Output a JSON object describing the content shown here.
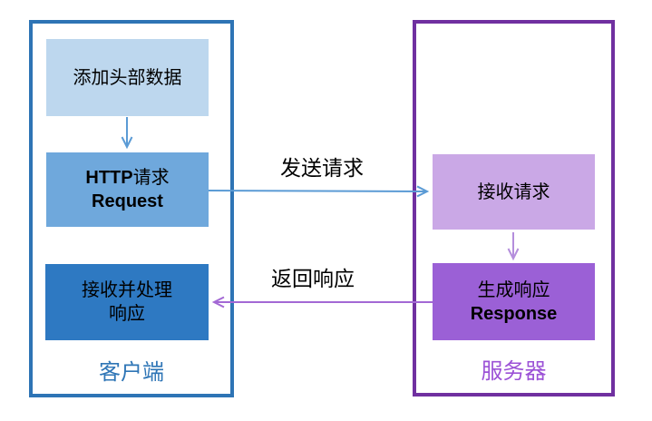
{
  "colors": {
    "client_border": "#2E74B5",
    "client_label": "#2E75B6",
    "box_light_blue": "#BDD7EE",
    "box_mid_blue": "#6FA8DC",
    "box_dark_blue": "#2E79C2",
    "server_border": "#7030A0",
    "server_label": "#9B51D6",
    "box_light_purple": "#CAA8E6",
    "box_dark_purple": "#9B60D6",
    "arrow_blue": "#5B9BD5",
    "arrow_light_purple": "#B48EDC",
    "arrow_purple": "#A368D4"
  },
  "client": {
    "label": "客户端",
    "add_header_box": "添加头部数据",
    "http_request_box": {
      "line1_latin": "HTTP",
      "line1_zh": "请求",
      "line2": "Request"
    },
    "receive_process_box": {
      "line1": "接收并处理",
      "line2": "响应"
    }
  },
  "server": {
    "label": "服务器",
    "receive_request_box": "接收请求",
    "generate_response_box": {
      "line1": "生成响应",
      "line2": "Response"
    }
  },
  "arrows": {
    "send_request_label": "发送请求",
    "return_response_label": "返回响应"
  }
}
